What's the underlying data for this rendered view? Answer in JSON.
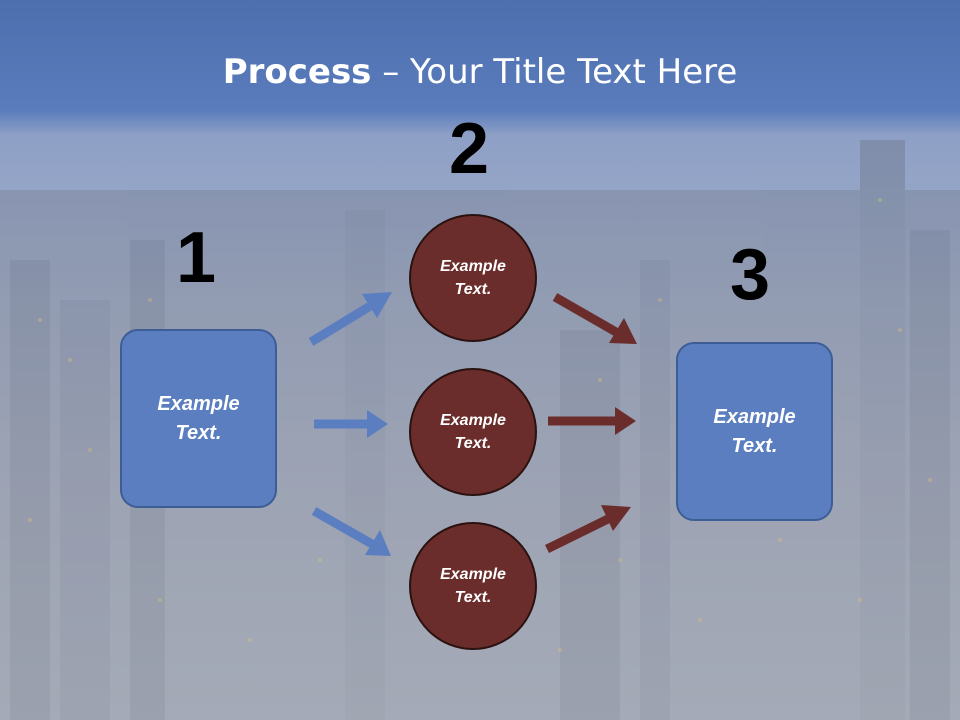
{
  "slide": {
    "title_bold": "Process",
    "title_rest": " – Your Title Text Here"
  },
  "steps": {
    "num1": "1",
    "num2": "2",
    "num3": "3"
  },
  "boxes": {
    "left": "Example\nText.",
    "right": "Example\nText."
  },
  "circles": [
    {
      "label": "Example\nText."
    },
    {
      "label": "Example\nText."
    },
    {
      "label": "Example\nText."
    }
  ],
  "colors": {
    "blue_box": "#5b7ec0",
    "blue_arrow": "#5b7ec0",
    "circle": "#6b2d2b",
    "dark_arrow": "#6b2d2b"
  }
}
